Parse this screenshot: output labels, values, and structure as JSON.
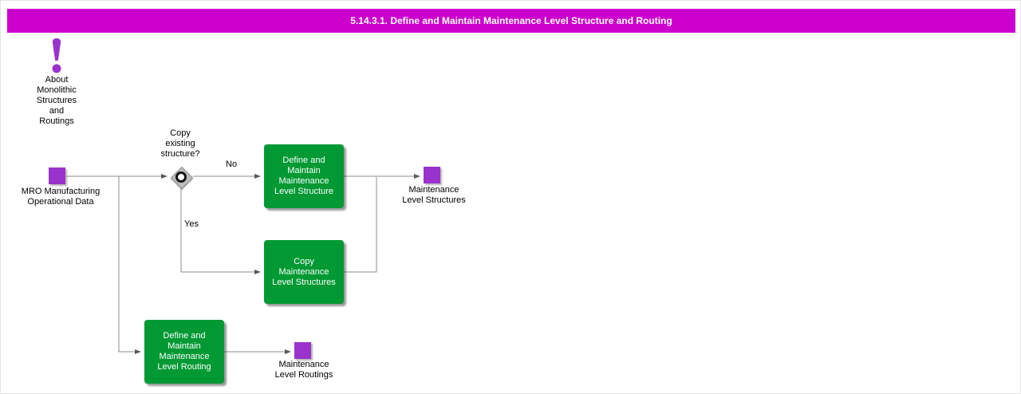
{
  "title": "5.14.3.1. Define and Maintain Maintenance Level Structure and Routing",
  "colors": {
    "banner": "#CC00CC",
    "activity": "#009933",
    "datastore": "#9933CC",
    "connector": "#8C8C8C"
  },
  "note": {
    "icon": "exclamation-icon",
    "label": "About\nMonolithic\nStructures\nand\nRoutings"
  },
  "nodes": {
    "start": {
      "label": "MRO Manufacturing\nOperational Data"
    },
    "decision": {
      "question": "Copy\nexisting\nstructure?",
      "no_label": "No",
      "yes_label": "Yes"
    },
    "define_structure": {
      "label": "Define and\nMaintain\nMaintenance\nLevel Structure"
    },
    "copy_structures": {
      "label": "Copy\nMaintenance\nLevel Structures"
    },
    "structures_out": {
      "label": "Maintenance\nLevel Structures"
    },
    "define_routing": {
      "label": "Define and\nMaintain\nMaintenance\nLevel Routing"
    },
    "routings_out": {
      "label": "Maintenance\nLevel Routings"
    }
  }
}
